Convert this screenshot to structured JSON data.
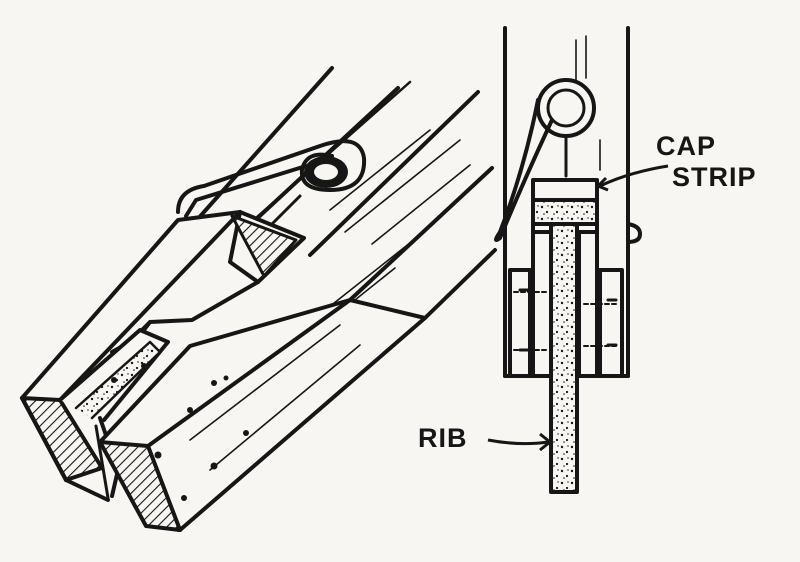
{
  "labels": {
    "cap_line1": "CAP",
    "cap_line2": "STRIP",
    "rib": "RIB"
  },
  "colors": {
    "ink": "#161616",
    "paper": "#f7f6f2"
  }
}
